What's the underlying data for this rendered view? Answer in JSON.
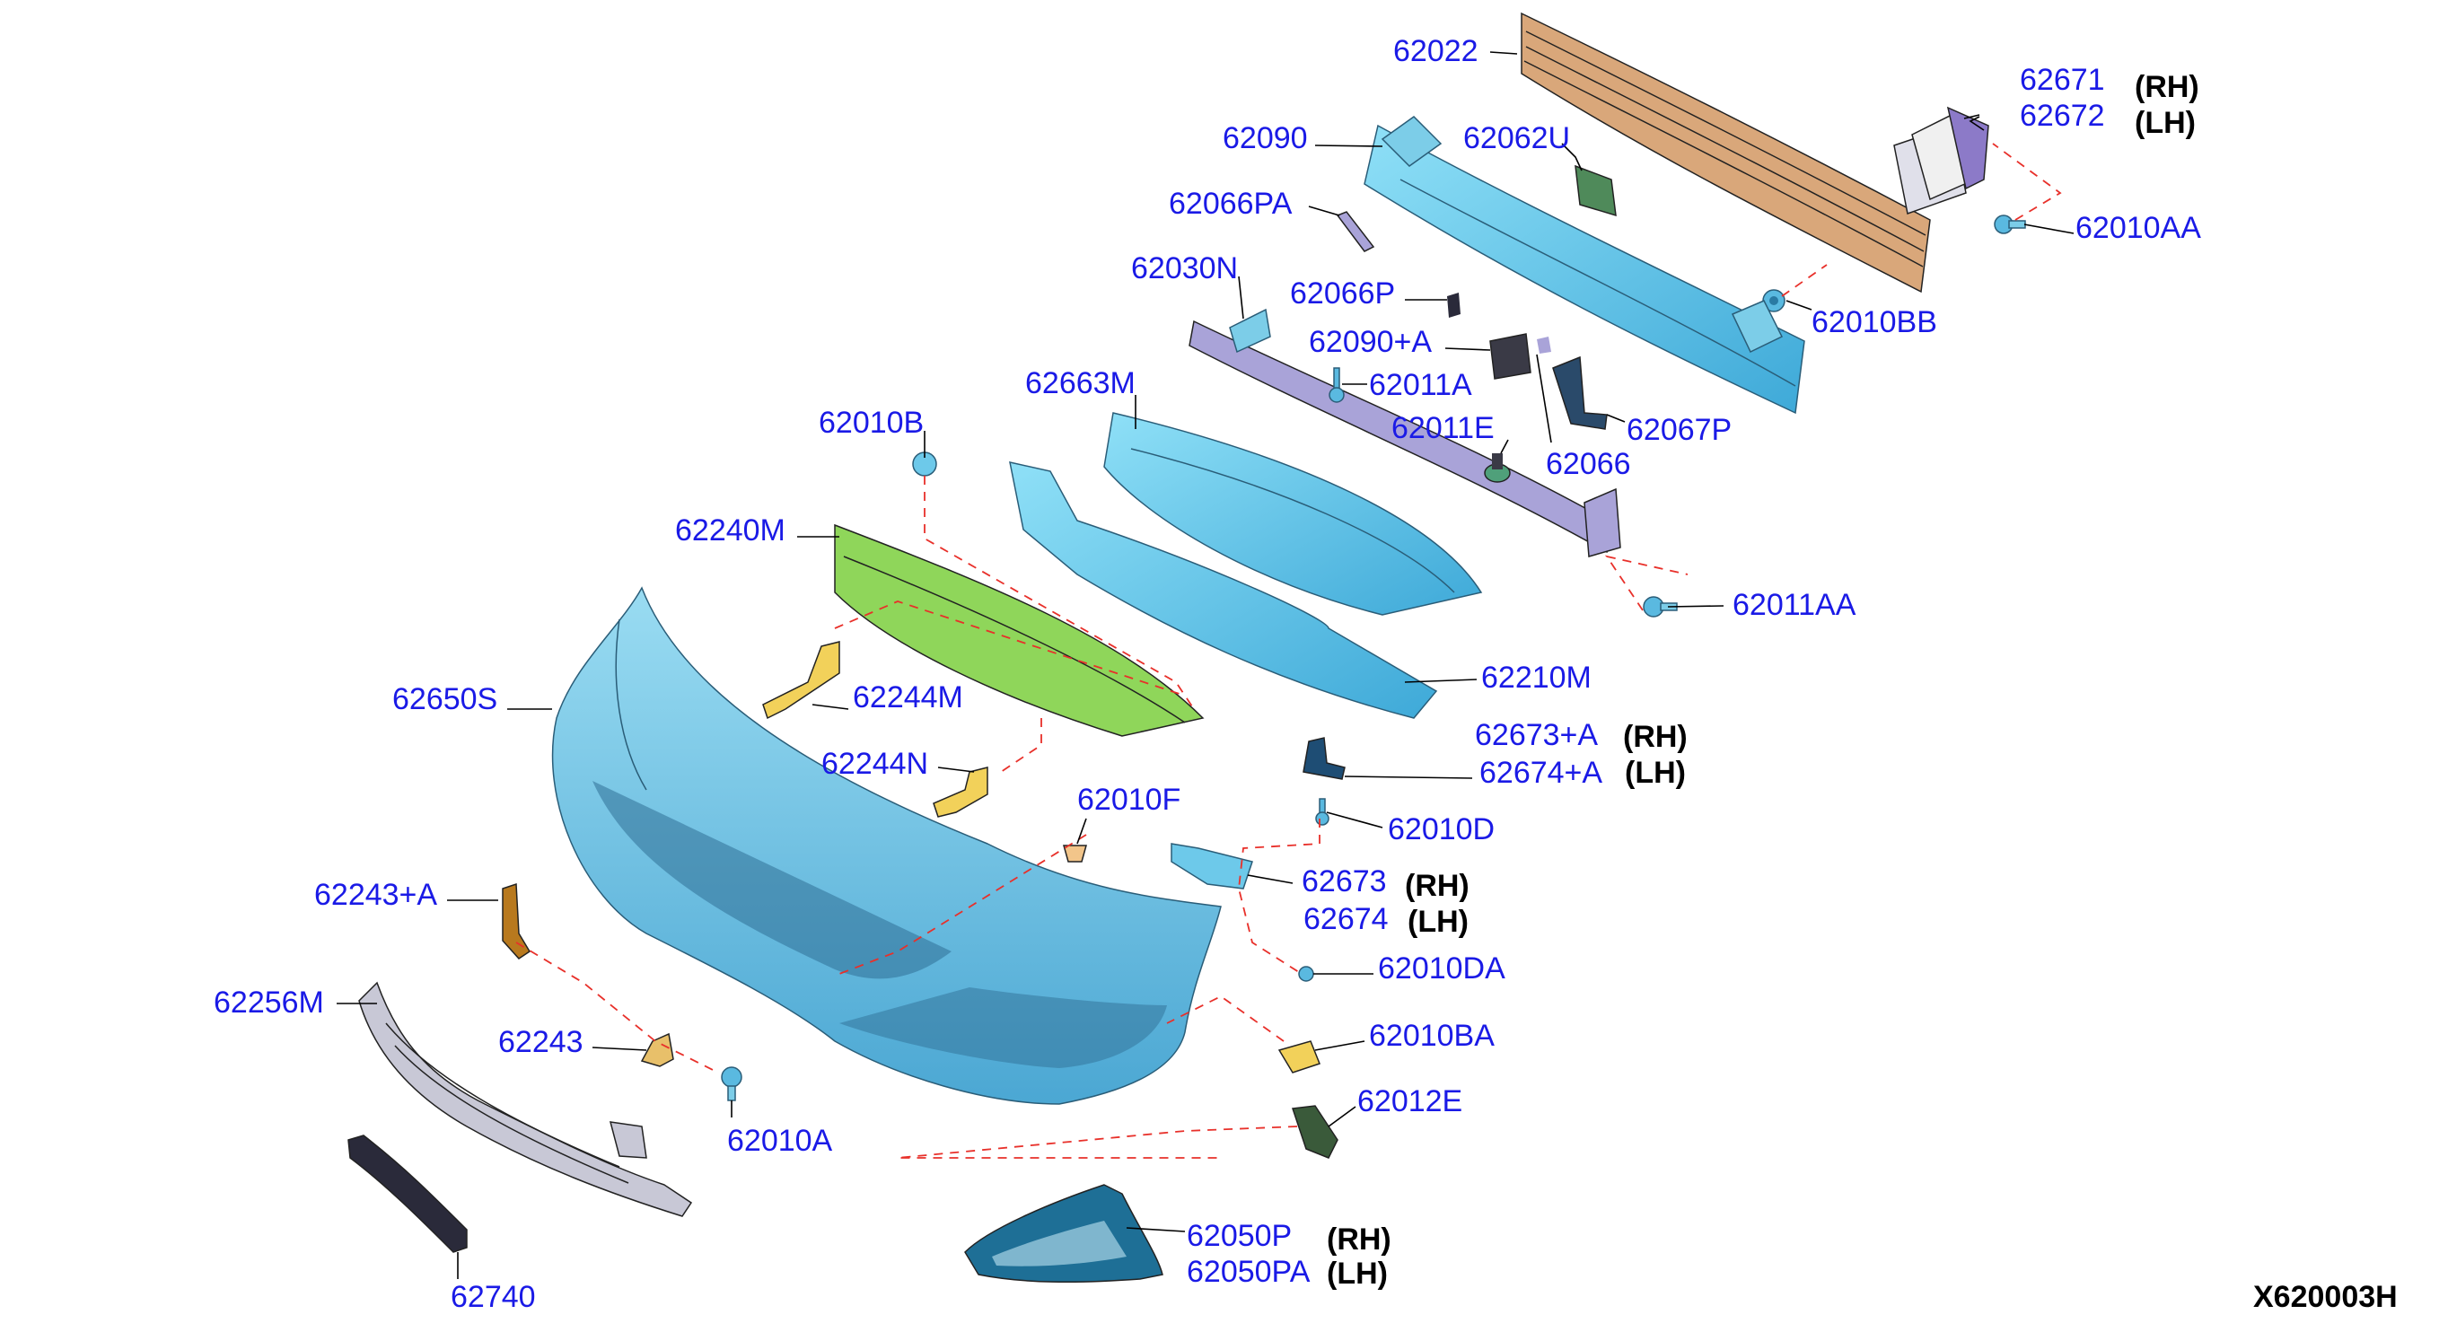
{
  "diagram": {
    "code": "X620003H",
    "parts": [
      {
        "id": "p62022",
        "label": "62022"
      },
      {
        "id": "p62671",
        "label": "62671",
        "side": "(RH)"
      },
      {
        "id": "p62672",
        "label": "62672",
        "side": "(LH)"
      },
      {
        "id": "p62090",
        "label": "62090"
      },
      {
        "id": "p62062u",
        "label": "62062U"
      },
      {
        "id": "p62066pa",
        "label": "62066PA"
      },
      {
        "id": "p62010aa",
        "label": "62010AA"
      },
      {
        "id": "p62030n",
        "label": "62030N"
      },
      {
        "id": "p62066p",
        "label": "62066P"
      },
      {
        "id": "p62010bb",
        "label": "62010BB"
      },
      {
        "id": "p62090a",
        "label": "62090+A"
      },
      {
        "id": "p62663m",
        "label": "62663M"
      },
      {
        "id": "p62011a",
        "label": "62011A"
      },
      {
        "id": "p62067p",
        "label": "62067P"
      },
      {
        "id": "p62010b",
        "label": "62010B"
      },
      {
        "id": "p62011e",
        "label": "62011E"
      },
      {
        "id": "p62066",
        "label": "62066"
      },
      {
        "id": "p62240m",
        "label": "62240M"
      },
      {
        "id": "p62011aa",
        "label": "62011AA"
      },
      {
        "id": "p62210m",
        "label": "62210M"
      },
      {
        "id": "p62650s",
        "label": "62650S"
      },
      {
        "id": "p62244m",
        "label": "62244M"
      },
      {
        "id": "p62673a",
        "label": "62673+A",
        "side": "(RH)"
      },
      {
        "id": "p62674a",
        "label": "62674+A",
        "side": "(LH)"
      },
      {
        "id": "p62244n",
        "label": "62244N"
      },
      {
        "id": "p62010f",
        "label": "62010F"
      },
      {
        "id": "p62010d",
        "label": "62010D"
      },
      {
        "id": "p62673",
        "label": "62673",
        "side": "(RH)"
      },
      {
        "id": "p62674",
        "label": "62674",
        "side": "(LH)"
      },
      {
        "id": "p62243a",
        "label": "62243+A"
      },
      {
        "id": "p62010da",
        "label": "62010DA"
      },
      {
        "id": "p62256m",
        "label": "62256M"
      },
      {
        "id": "p62243",
        "label": "62243"
      },
      {
        "id": "p62010ba",
        "label": "62010BA"
      },
      {
        "id": "p62010a",
        "label": "62010A"
      },
      {
        "id": "p62012e",
        "label": "62012E"
      },
      {
        "id": "p62050p",
        "label": "62050P",
        "side": "(RH)"
      },
      {
        "id": "p62050pa",
        "label": "62050PA",
        "side": "(LH)"
      },
      {
        "id": "p62740",
        "label": "62740"
      }
    ]
  },
  "colors": {
    "label": "#1a1ae6",
    "leader": "#000000",
    "dashed_guide": "#e8302a",
    "bumper_fascia": "#6dc9ea",
    "reinforcement": "#d9a77a",
    "absorber": "#55c8ea",
    "support_bar": "#a9a3d8",
    "retainer_green": "#8fd65a",
    "bracket_yellow": "#f2d15a",
    "grille_grey": "#c8c8d6",
    "plate_dark": "#2a2a3a"
  }
}
